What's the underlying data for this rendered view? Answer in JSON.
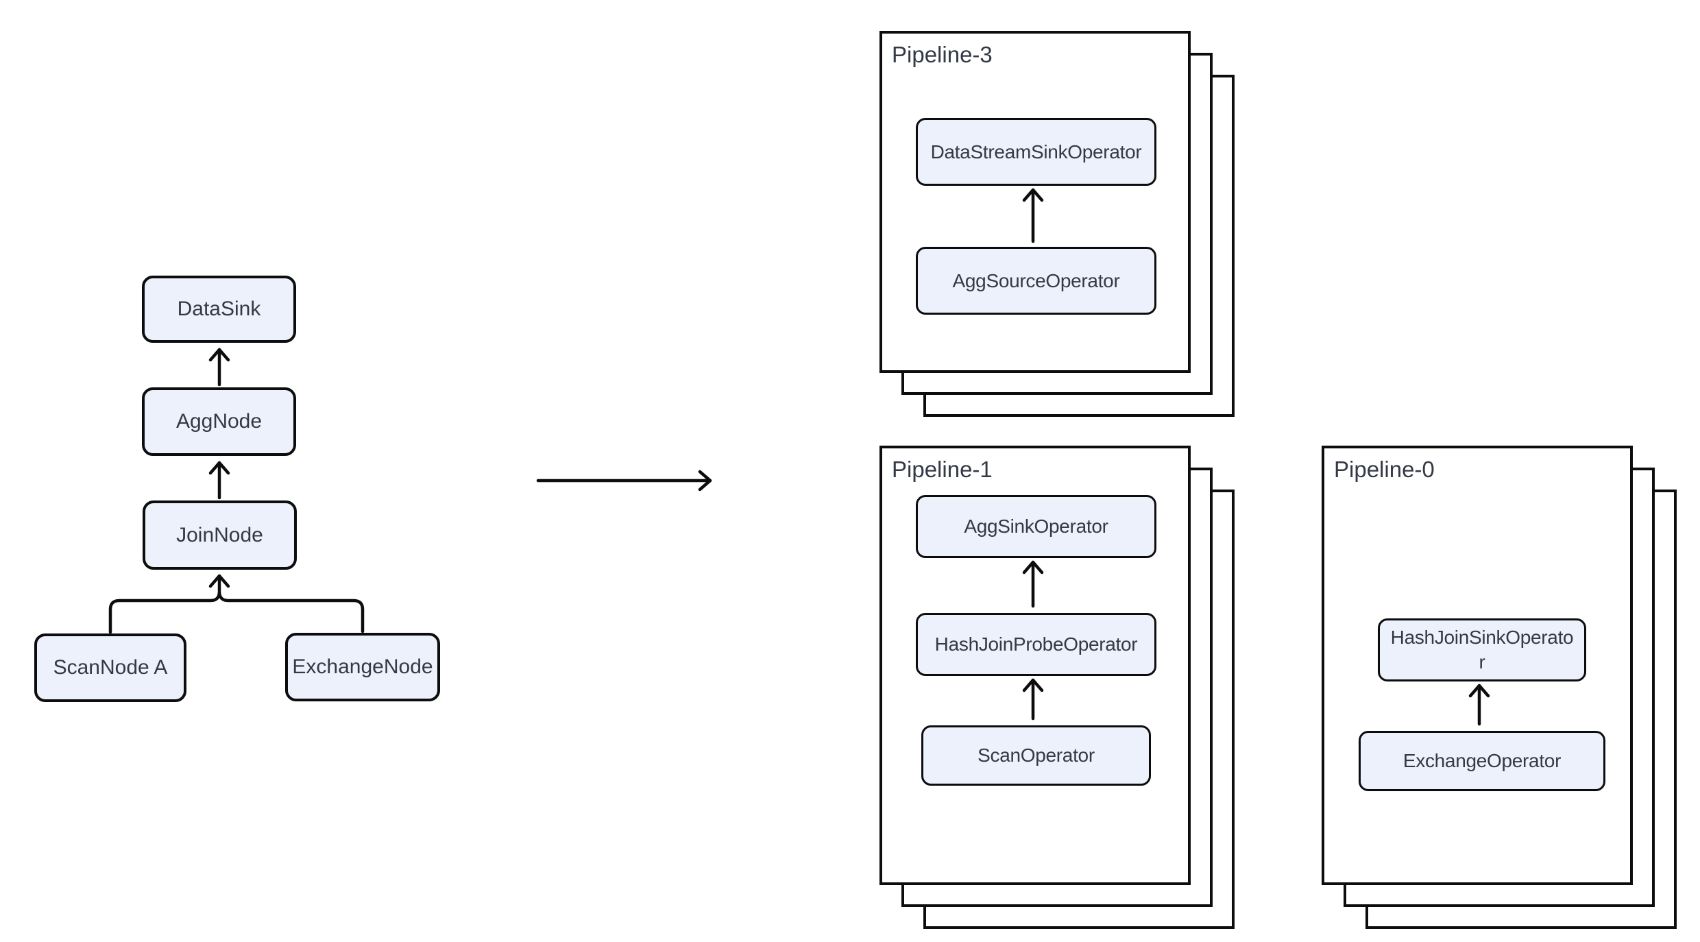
{
  "diagram": {
    "plan_tree": {
      "nodes": [
        {
          "id": "datasink",
          "label": "DataSink"
        },
        {
          "id": "aggnode",
          "label": "AggNode"
        },
        {
          "id": "joinnode",
          "label": "JoinNode"
        },
        {
          "id": "scannode-a",
          "label": "ScanNode A"
        },
        {
          "id": "exchangenode",
          "label": "ExchangeNode"
        }
      ],
      "edges": [
        {
          "from": "aggnode",
          "to": "datasink"
        },
        {
          "from": "joinnode",
          "to": "aggnode"
        },
        {
          "from": "scannode-a",
          "to": "joinnode"
        },
        {
          "from": "exchangenode",
          "to": "joinnode"
        }
      ]
    },
    "transform_arrow": {
      "direction": "right"
    },
    "pipelines": [
      {
        "label": "Pipeline-3",
        "stacked_pages": 3,
        "operators": [
          "DataStreamSinkOperator",
          "AggSourceOperator"
        ],
        "edges": [
          {
            "from": "AggSourceOperator",
            "to": "DataStreamSinkOperator"
          }
        ]
      },
      {
        "label": "Pipeline-1",
        "stacked_pages": 3,
        "operators": [
          "AggSinkOperator",
          "HashJoinProbeOperator",
          "ScanOperator"
        ],
        "edges": [
          {
            "from": "HashJoinProbeOperator",
            "to": "AggSinkOperator"
          },
          {
            "from": "ScanOperator",
            "to": "HashJoinProbeOperator"
          }
        ]
      },
      {
        "label": "Pipeline-0",
        "stacked_pages": 3,
        "operators": [
          "HashJoinSinkOperator",
          "ExchangeOperator"
        ],
        "edges": [
          {
            "from": "ExchangeOperator",
            "to": "HashJoinSinkOperator"
          }
        ]
      }
    ],
    "colors": {
      "node_fill": "#edf1fb",
      "stroke": "#0d0d0d",
      "text": "#333a46",
      "card_fill": "#ffffff",
      "background": "#ffffff"
    }
  }
}
